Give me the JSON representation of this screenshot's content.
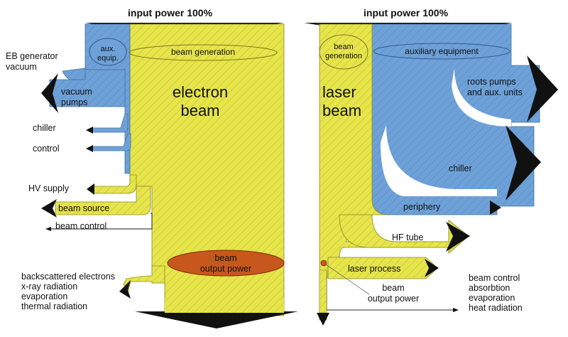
{
  "diagram": {
    "left": {
      "title": "input power 100%",
      "main_label_line1": "electron",
      "main_label_line2": "beam",
      "beam_generation": "beam generation",
      "aux_line1": "aux.",
      "aux_line2": "equip.",
      "eb_line1": "EB generator",
      "eb_line2": "vacuum",
      "vacuum_line1": "vacuum",
      "vacuum_line2": "pumps",
      "chiller": "chiller",
      "control": "control",
      "hv_supply": "HV supply",
      "beam_source": "beam source",
      "beam_control": "beam control",
      "output_line1": "beam",
      "output_line2": "output power",
      "losses": [
        "backscattered electrons",
        "x-ray radiation",
        "evaporation",
        "thermal radiation"
      ]
    },
    "right": {
      "title": "input power 100%",
      "main_label_line1": "laser",
      "main_label_line2": "beam",
      "beam_gen_line1": "beam",
      "beam_gen_line2": "generation",
      "auxiliary_equipment": "auxiliary equipment",
      "roots_line1": "roots pumps",
      "roots_line2": "and aux. units",
      "chiller": "chiller",
      "periphery": "periphery",
      "hf_tube": "HF tube",
      "laser_process": "laser process",
      "output_line1": "beam",
      "output_line2": "output power",
      "losses": [
        "beam control",
        "absorbtion",
        "evaporation",
        "heat radiation"
      ]
    },
    "colors": {
      "yellow": "#e6e54a",
      "blue": "#6ea1d8",
      "brown": "#c8571e",
      "dark": "#111111"
    }
  }
}
